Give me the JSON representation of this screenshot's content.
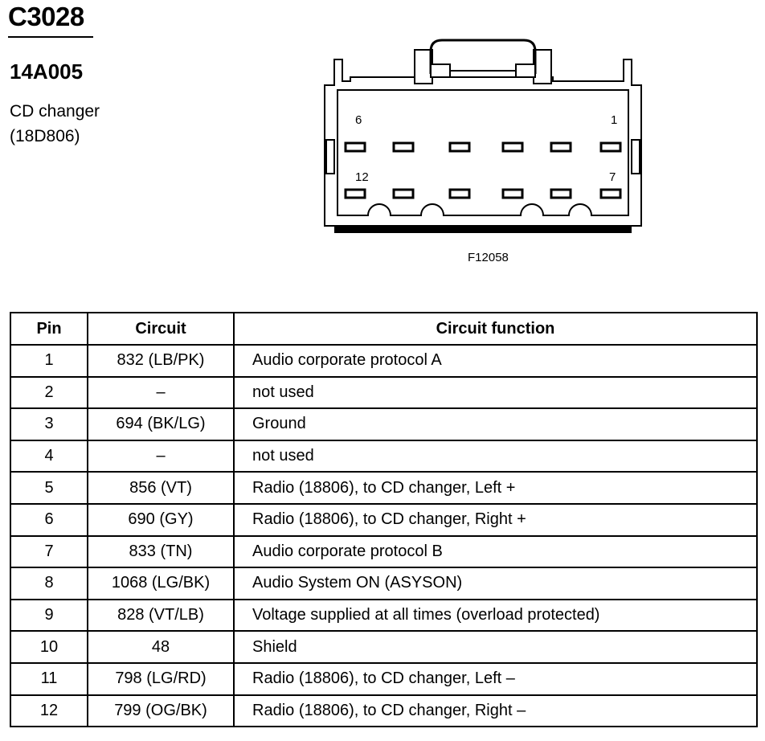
{
  "title": "C3028",
  "part_number": "14A005",
  "description_line1": "CD changer",
  "description_line2": "(18D806)",
  "diagram": {
    "labels": {
      "top_left": "6",
      "top_right": "1",
      "bottom_left": "12",
      "bottom_right": "7"
    },
    "figure_id": "F12058"
  },
  "table": {
    "headers": [
      "Pin",
      "Circuit",
      "Circuit function"
    ],
    "rows": [
      {
        "pin": "1",
        "circuit": "832 (LB/PK)",
        "function": "Audio corporate protocol A"
      },
      {
        "pin": "2",
        "circuit": "–",
        "function": "not used"
      },
      {
        "pin": "3",
        "circuit": "694 (BK/LG)",
        "function": "Ground"
      },
      {
        "pin": "4",
        "circuit": "–",
        "function": "not used"
      },
      {
        "pin": "5",
        "circuit": "856 (VT)",
        "function": "Radio (18806), to CD changer, Left +"
      },
      {
        "pin": "6",
        "circuit": "690 (GY)",
        "function": "Radio (18806), to CD changer, Right +"
      },
      {
        "pin": "7",
        "circuit": "833 (TN)",
        "function": "Audio corporate protocol B"
      },
      {
        "pin": "8",
        "circuit": "1068 (LG/BK)",
        "function": "Audio System ON (ASYSON)"
      },
      {
        "pin": "9",
        "circuit": "828 (VT/LB)",
        "function": "Voltage supplied at all times (overload protected)"
      },
      {
        "pin": "10",
        "circuit": "48",
        "function": "Shield"
      },
      {
        "pin": "11",
        "circuit": "798 (LG/RD)",
        "function": "Radio (18806), to CD changer, Left –"
      },
      {
        "pin": "12",
        "circuit": "799 (OG/BK)",
        "function": "Radio (18806), to CD changer, Right –"
      }
    ]
  }
}
